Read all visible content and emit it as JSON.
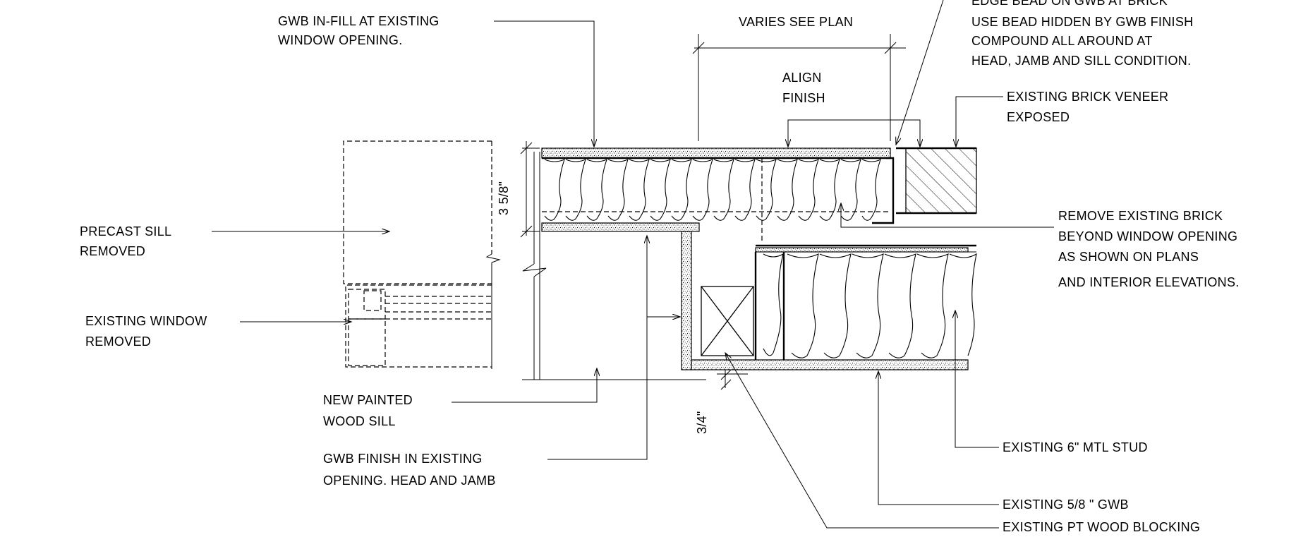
{
  "labels": {
    "gwb_infill_1": "GWB IN-FILL AT EXISTING",
    "gwb_infill_2": "WINDOW OPENING.",
    "varies": "VARIES SEE PLAN",
    "edge_bead_1": "EDGE BEAD ON GWB AT BRICK",
    "edge_bead_2": "USE BEAD HIDDEN BY GWB FINISH",
    "edge_bead_3": "COMPOUND ALL AROUND AT",
    "edge_bead_4": "HEAD, JAMB AND SILL CONDITION.",
    "align_1": "ALIGN",
    "align_2": "FINISH",
    "brick_veneer_1": "EXISTING BRICK VENEER",
    "brick_veneer_2": "EXPOSED",
    "remove_brick_1": "REMOVE EXISTING BRICK",
    "remove_brick_2": "BEYOND WINDOW OPENING",
    "remove_brick_3": "AS SHOWN ON PLANS",
    "remove_brick_4": "AND INTERIOR ELEVATIONS.",
    "precast_1": "PRECAST SILL",
    "precast_2": "REMOVED",
    "window_1": "EXISTING WINDOW",
    "window_2": "REMOVED",
    "dim_358": "3 5/8\"",
    "dim_34": "3/4\"",
    "wood_sill_1": "NEW PAINTED",
    "wood_sill_2": "WOOD SILL",
    "gwb_finish_1": "GWB FINISH IN EXISTING",
    "gwb_finish_2": "OPENING. HEAD AND JAMB",
    "mtl_stud": "EXISTING 6\" MTL STUD",
    "gwb_58": "EXISTING 5/8 \" GWB",
    "pt_blocking": "EXISTING PT WOOD BLOCKING"
  }
}
